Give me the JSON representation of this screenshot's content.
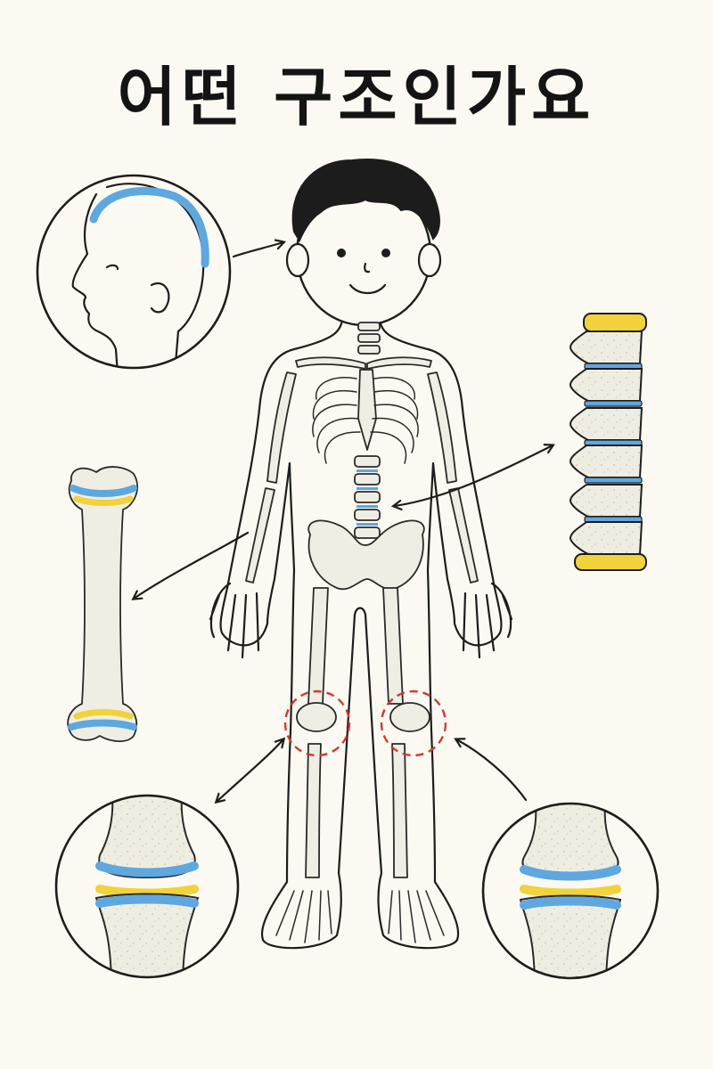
{
  "title": "어떤 구조인가요",
  "colors": {
    "ink": "#1d1d1d",
    "bone": "#efeee4",
    "cartilage_blue": "#5ea8df",
    "growth_plate_yellow": "#f1d23a",
    "highlight_red": "#d23a2a",
    "background": "#fbf9f2"
  },
  "callouts": [
    {
      "name": "skull-callout",
      "target": "head"
    },
    {
      "name": "spine-callout",
      "target": "spine"
    },
    {
      "name": "long-bone-callout",
      "target": "arm-bone"
    },
    {
      "name": "left-knee-joint-callout",
      "target": "left-knee"
    },
    {
      "name": "right-knee-joint-callout",
      "target": "right-knee"
    }
  ]
}
